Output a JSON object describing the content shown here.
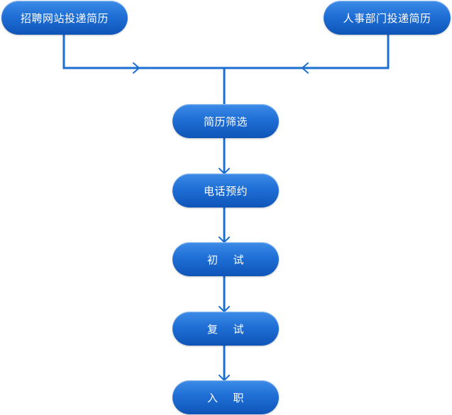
{
  "flowchart": {
    "sources": {
      "recruitment_site": "招聘网站投递简历",
      "hr_department": "人事部门投递简历"
    },
    "steps": [
      "简历筛选",
      "电话预约",
      "初    试",
      "复    试",
      "入    职"
    ]
  },
  "colors": {
    "node_fill": "#1f6fd6",
    "connector": "#1a6fd0"
  }
}
